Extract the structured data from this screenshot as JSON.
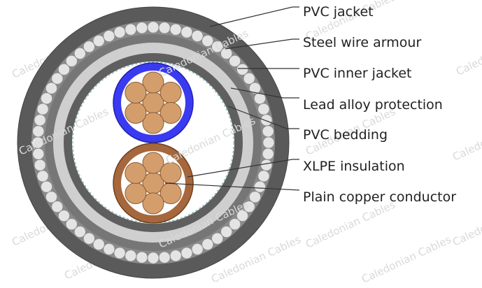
{
  "watermark": "Caledonian Cables",
  "labels": [
    "PVC jacket",
    "Steel wire armour",
    "PVC inner jacket",
    "Lead alloy protection",
    "PVC bedding",
    "XLPE insulation",
    "Plain copper conductor"
  ],
  "colors": {
    "pvc_jacket": "#5a5a5a",
    "armour_wire": "#e4e4e4",
    "inner_jacket": "#767676",
    "lead_alloy": "#cfcfcf",
    "bedding": "#5f5f5f",
    "filler": "#ffffff",
    "core_blue": "#3a3af0",
    "core_brown": "#a5673b",
    "copper": "#d49e6c",
    "leader_line": "#333333",
    "label_text": "#222222"
  },
  "cores": [
    {
      "insulation_color": "blue"
    },
    {
      "insulation_color": "brown"
    }
  ],
  "strands_per_core": 7
}
